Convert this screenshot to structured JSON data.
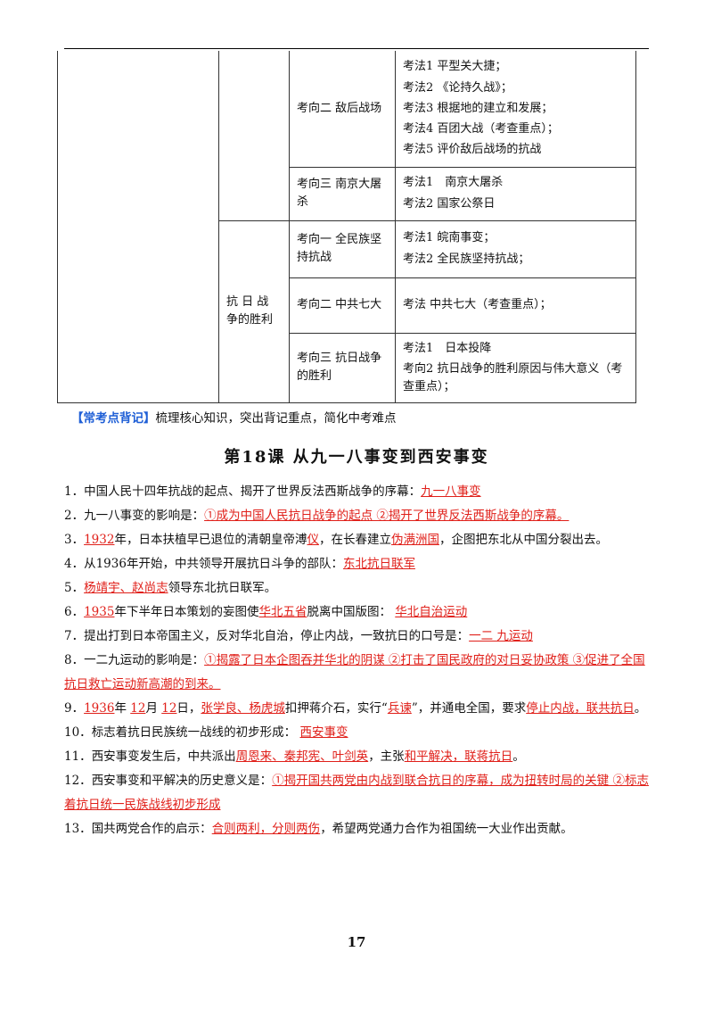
{
  "table": {
    "rows": [
      {
        "c2": "",
        "c3": "考向二 敌后战场",
        "facts": [
          "考法1 平型关大捷；",
          "考法2 《论持久战》；",
          "考法3 根据地的建立和发展；",
          "考法4 百团大战（考查重点）；",
          "考法5 评价敌后战场的抗战"
        ]
      },
      {
        "c3": "考向三 南京大屠杀",
        "facts": [
          "考法1　南京大屠杀",
          "考法2 国家公祭日"
        ]
      },
      {
        "c2": "抗 日 战 争的胜利",
        "c3": "考向一 全民族坚持抗战",
        "facts": [
          "考法1 皖南事变；",
          "考法2 全民族坚持抗战；"
        ]
      },
      {
        "c3": "考向二 中共七大",
        "facts": [
          "考法 中共七大（考查重点）；"
        ]
      },
      {
        "c3": "考向三 抗日战争的胜利",
        "facts": [
          "考法1　日本投降",
          "考向2 抗日战争的胜利原因与伟大意义（考查重点）；"
        ]
      }
    ]
  },
  "hint": {
    "tag": "【常考点背记】",
    "text": "梳理核心知识，突出背记重点，简化中考难点"
  },
  "lesson_title": "第18课 从九一八事变到西安事变",
  "items": [
    {
      "n": "1．",
      "segs": [
        [
          "t",
          "中国人民十四年抗战的起点、揭开了世界反法西斯战争的序幕："
        ],
        [
          "a",
          "九一八事变"
        ]
      ]
    },
    {
      "n": "2．",
      "segs": [
        [
          "t",
          "九一八事变的影响是："
        ],
        [
          "a",
          "①成为中国人民抗日战争的起点 ②揭开了世界反法西斯战争的序幕。"
        ]
      ]
    },
    {
      "n": "3．",
      "segs": [
        [
          "a",
          "1932"
        ],
        [
          "t",
          "年，日本扶植早已退位的清朝皇帝溥"
        ],
        [
          "a",
          "仪"
        ],
        [
          "t",
          "，在长春建立"
        ],
        [
          "a",
          "伪满洲国"
        ],
        [
          "t",
          "，企图把东北从中国分裂出去。"
        ]
      ]
    },
    {
      "n": "4．",
      "segs": [
        [
          "t",
          "从1936年开始，中共领导开展抗日斗争的部队："
        ],
        [
          "a",
          "东北抗日联军"
        ]
      ]
    },
    {
      "n": "5．",
      "segs": [
        [
          "a",
          "杨靖宇、赵尚志"
        ],
        [
          "t",
          "领导东北抗日联军。"
        ]
      ]
    },
    {
      "n": "6．",
      "segs": [
        [
          "a",
          "1935"
        ],
        [
          "t",
          "年下半年日本策划的妄图使"
        ],
        [
          "a",
          "华北五省"
        ],
        [
          "t",
          "脱离中国版图： "
        ],
        [
          "a",
          "华北自治运动"
        ]
      ]
    },
    {
      "n": "7．",
      "segs": [
        [
          "t",
          "提出打到日本帝国主义，反对华北自治，停止内战，一致抗日的口号是："
        ],
        [
          "a",
          "一二 九运动"
        ]
      ]
    },
    {
      "n": "8．",
      "segs": [
        [
          "t",
          "一二九运动的影响是："
        ],
        [
          "a",
          "①揭露了日本企图吞并华北的阴谋 ②打击了国民政府的对日妥协政策 ③促进了全国抗日救亡运动新高潮的到来。"
        ]
      ]
    },
    {
      "n": "9．",
      "segs": [
        [
          "a",
          "1936"
        ],
        [
          "t",
          "年 "
        ],
        [
          "a",
          "12"
        ],
        [
          "t",
          "月 "
        ],
        [
          "a",
          "12"
        ],
        [
          "t",
          "日，"
        ],
        [
          "a",
          "张学良、杨虎城"
        ],
        [
          "t",
          "扣押蒋介石，实行“"
        ],
        [
          "a",
          "兵谏"
        ],
        [
          "t",
          "”，并通电全国，要求"
        ],
        [
          "a",
          "停止内战，联共抗日"
        ],
        [
          "t",
          "。"
        ]
      ]
    },
    {
      "n": "10．",
      "segs": [
        [
          "t",
          "标志着抗日民族统一战线的初步形成： "
        ],
        [
          "a",
          "西安事变"
        ]
      ]
    },
    {
      "n": "11．",
      "segs": [
        [
          "t",
          "西安事变发生后，中共派出"
        ],
        [
          "a",
          "周恩来、秦邦宪、叶剑英"
        ],
        [
          "t",
          "，主张"
        ],
        [
          "a",
          "和平解决，联蒋抗日"
        ],
        [
          "t",
          "。"
        ]
      ]
    },
    {
      "n": "12．",
      "segs": [
        [
          "t",
          "西安事变和平解决的历史意义是："
        ],
        [
          "a",
          "①揭开国共两党由内战到联合抗日的序幕，成为扭转时局的关键 ②标志着抗日统一民族战线初步形成"
        ]
      ]
    },
    {
      "n": "13．",
      "segs": [
        [
          "t",
          "国共两党合作的启示："
        ],
        [
          "a",
          "合则两利，分则两伤"
        ],
        [
          "t",
          "，希望两党通力合作为祖国统一大业作出贡献。"
        ]
      ]
    }
  ],
  "page_number": "17"
}
